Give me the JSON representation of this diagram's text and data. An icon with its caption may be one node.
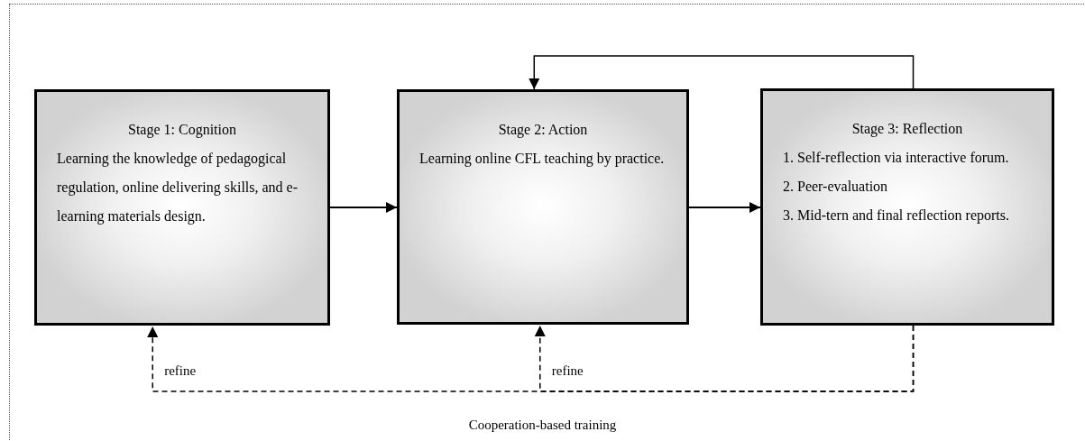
{
  "diagram": {
    "nodes": [
      {
        "text": [
          "Stage 1: Cognition",
          "Learning the knowledge of pedagogical regulation, online delivering skills, and e-learning materials design."
        ]
      },
      {
        "text": [
          "Stage 2: Action",
          "Learning online CFL teaching by practice."
        ]
      },
      {
        "text": [
          "Stage 3: Reflection",
          "1. Self-reflection via interactive forum.",
          "2. Peer-evaluation",
          "3. Mid-tern and final reflection reports."
        ]
      }
    ],
    "edges": [
      {
        "from": 0,
        "to": 1,
        "arrow": "to"
      },
      {
        "from": 1,
        "to": 2,
        "arrow": "to"
      },
      {
        "from": 2,
        "to": 1,
        "arrow": "to"
      },
      {
        "from": 2,
        "to": 0,
        "arrow": "to",
        "label": "refine",
        "style": "dashed"
      },
      {
        "from": 2,
        "to": 1,
        "arrow": "to",
        "label": "refine",
        "style": "dashed"
      }
    ],
    "labels": [
      "Cooperation-based training"
    ]
  }
}
